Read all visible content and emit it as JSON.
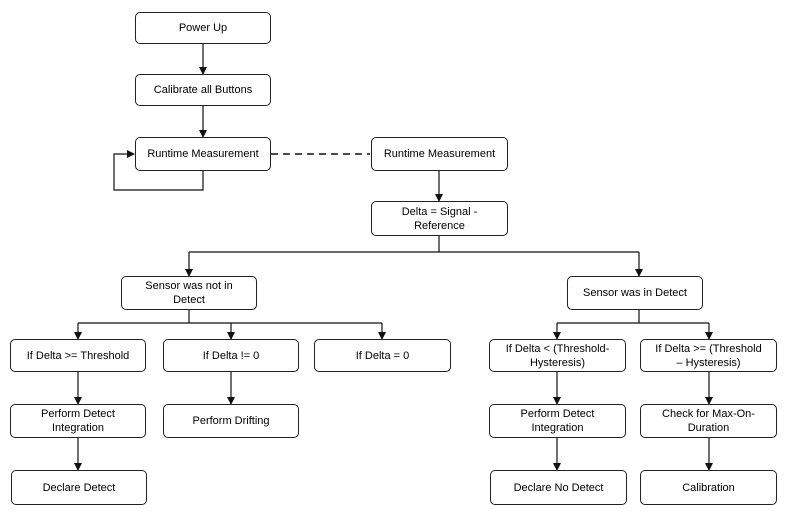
{
  "colors": {
    "line": "#111111",
    "box_border": "#222222",
    "background": "#ffffff"
  },
  "nodes": {
    "power_up": "Power Up",
    "calibrate_all_buttons": "Calibrate all Buttons",
    "runtime_measurement_left": "Runtime Measurement",
    "runtime_measurement_right": "Runtime Measurement",
    "delta": "Delta = Signal -\nReference",
    "sensor_not_in_detect": "Sensor was not in\nDetect",
    "sensor_in_detect": "Sensor was in Detect",
    "if_delta_ge_threshold": "If Delta >= Threshold",
    "if_delta_ne_0": "If Delta != 0",
    "if_delta_eq_0": "If Delta = 0",
    "if_delta_lt_threshold_hysteresis": "If Delta < (Threshold-\nHysteresis)",
    "if_delta_ge_threshold_hysteresis": "If Delta >= (Threshold\n– Hysteresis)",
    "perform_detect_integration_left": "Perform Detect\nIntegration",
    "perform_drifting": "Perform Drifting",
    "perform_detect_integration_right": "Perform Detect\nIntegration",
    "check_max_on_duration": "Check for Max-On-\nDuration",
    "declare_detect": "Declare Detect",
    "declare_no_detect": "Declare No Detect",
    "calibration": "Calibration"
  }
}
